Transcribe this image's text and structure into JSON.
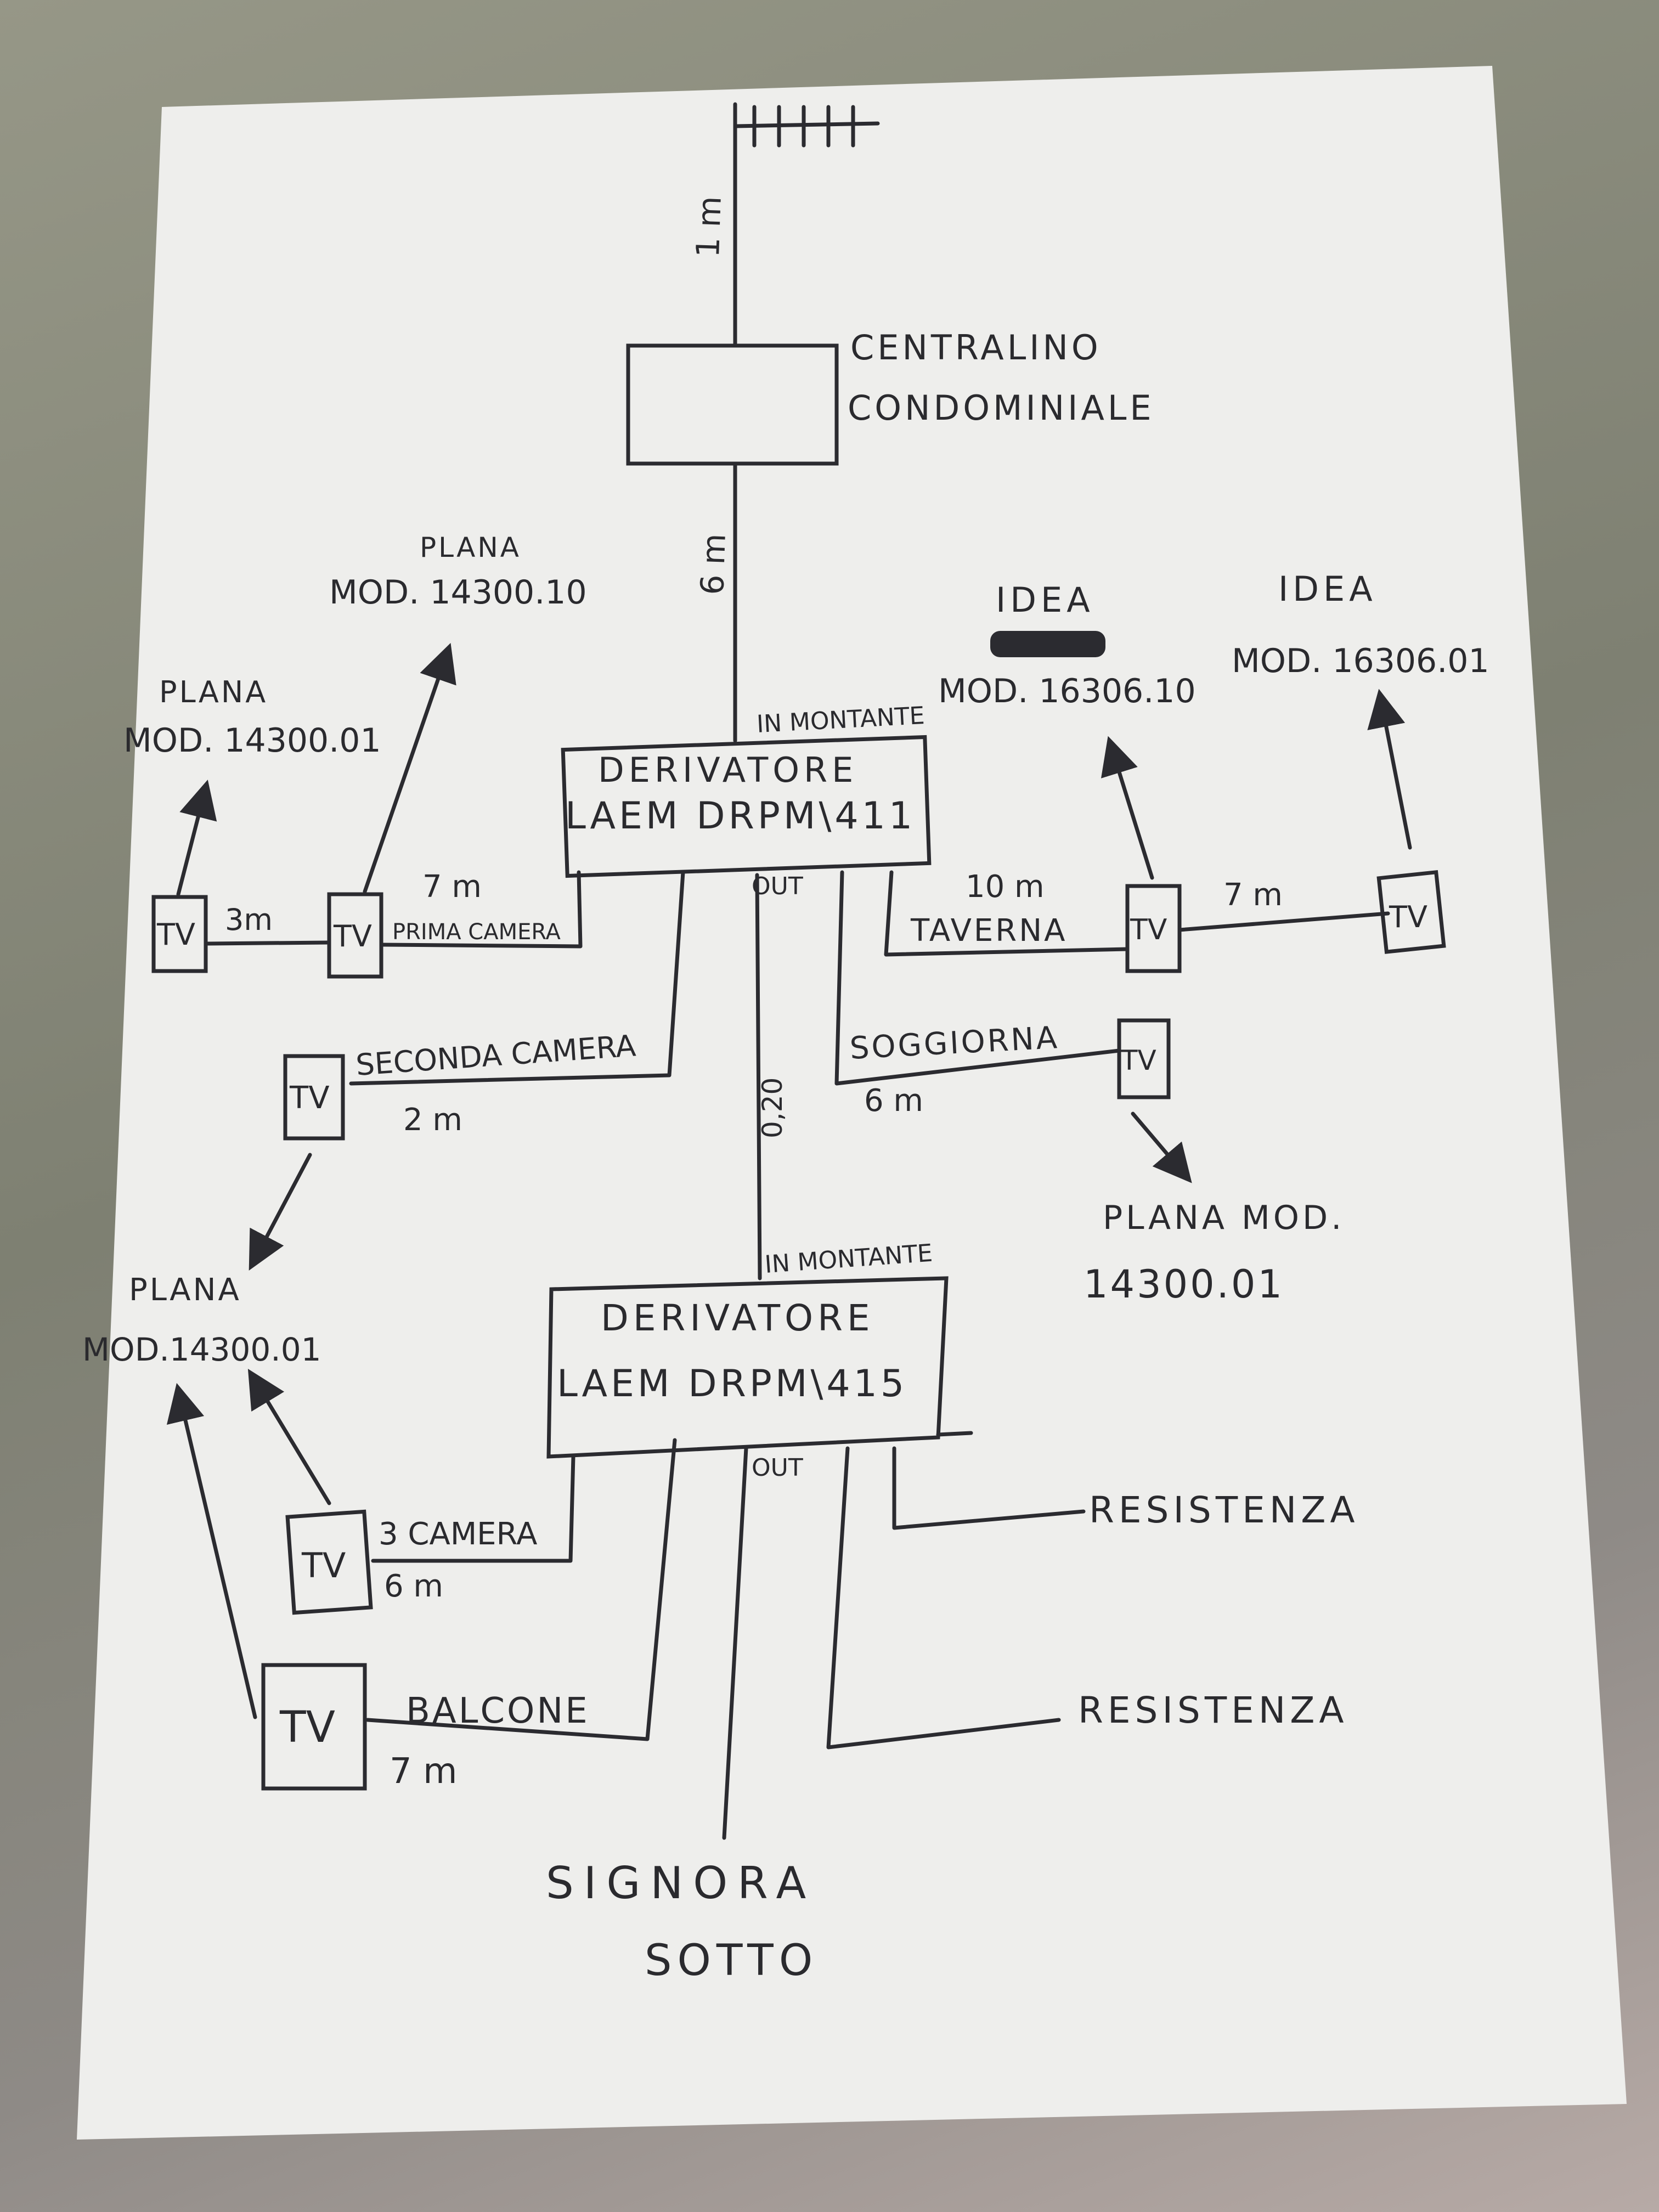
{
  "antenna": {
    "cable": "1 m"
  },
  "centralino": {
    "line1": "CENTRALINO",
    "line2": "CONDOMINIALE",
    "cable": "6 m"
  },
  "derivatore1": {
    "line1": "DERIVATORE",
    "line2": "LAEM  DRPM\\411",
    "in_label": "IN MONTANTE",
    "out_label": "OUT",
    "riser_cable": "0,20"
  },
  "derivatore2": {
    "line1": "DERIVATORE",
    "line2": "LAEM  DRPM\\415",
    "in_label": "IN MONTANTE",
    "out_label": "OUT"
  },
  "tv_label": "TV",
  "branches": {
    "prima_camera": {
      "room": "PRIMA CAMERA",
      "cable": "7 m",
      "chain_cable": "3m"
    },
    "seconda_camera": {
      "room": "SECONDA CAMERA",
      "cable": "2 m"
    },
    "taverna": {
      "room": "TAVERNA",
      "cable": "10 m",
      "chain_cable": "7 m"
    },
    "soggiorno": {
      "room": "SOGGIORNA",
      "cable": "6 m"
    },
    "terza_camera": {
      "room": "3 CAMERA",
      "cable": "6 m"
    },
    "balcone": {
      "room": "BALCONE",
      "cable": "7 m"
    }
  },
  "devices": {
    "plana_left": {
      "brand": "PLANA",
      "model": "MOD. 14300.01"
    },
    "plana_prima": {
      "brand": "PLANA",
      "model": "MOD. 14300.10"
    },
    "idea_taverna": {
      "brand": "IDEA",
      "model": "MOD. 16306.10"
    },
    "idea_right": {
      "brand": "IDEA",
      "model": "MOD. 16306.01"
    },
    "plana_soggiorno": {
      "line1": "PLANA MOD.",
      "line2": "14300.01"
    },
    "plana_lower": {
      "brand": "PLANA",
      "model": "MOD.14300.01"
    }
  },
  "terminations": {
    "resistenza1": "RESISTENZA",
    "resistenza2": "RESISTENZA",
    "signora_line1": "SIGNORA",
    "signora_line2": "SOTTO"
  }
}
